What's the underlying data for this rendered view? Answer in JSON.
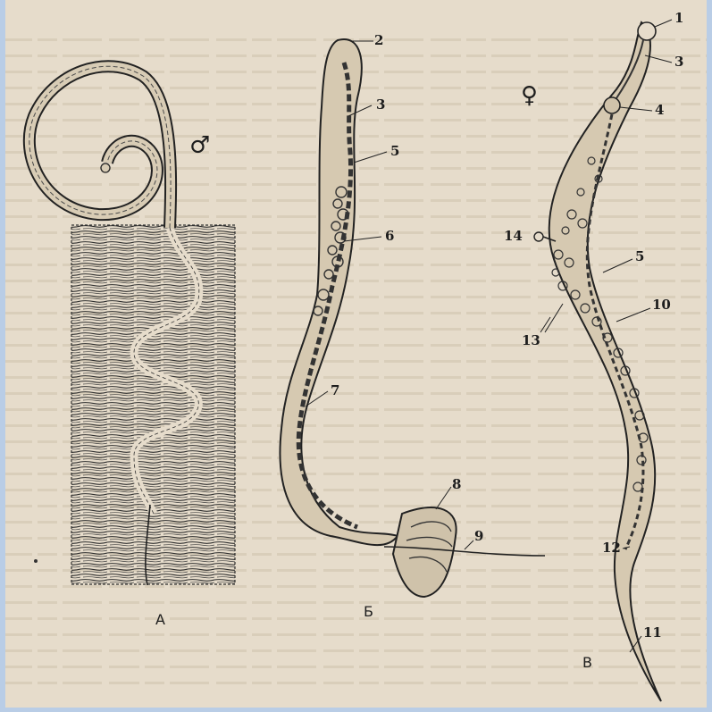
{
  "panels": {
    "a": {
      "letter": "А",
      "symbol": "♂"
    },
    "b": {
      "letter": "Б"
    },
    "c": {
      "letter": "В",
      "symbol": "♀"
    }
  },
  "callouts": {
    "b_2": "2",
    "b_3": "3",
    "b_5": "5",
    "b_6": "6",
    "b_7": "7",
    "b_8": "8",
    "b_9": "9",
    "c_1": "1",
    "c_3": "3",
    "c_4": "4",
    "c_14": "14",
    "c_5": "5",
    "c_10": "10",
    "c_13": "13",
    "c_12": "12",
    "c_11": "11"
  },
  "colors": {
    "paper": "#e6dccb",
    "ink": "#2a2a2a",
    "frame": "#b9cde6",
    "text_shadow": "#cfc2ac"
  }
}
